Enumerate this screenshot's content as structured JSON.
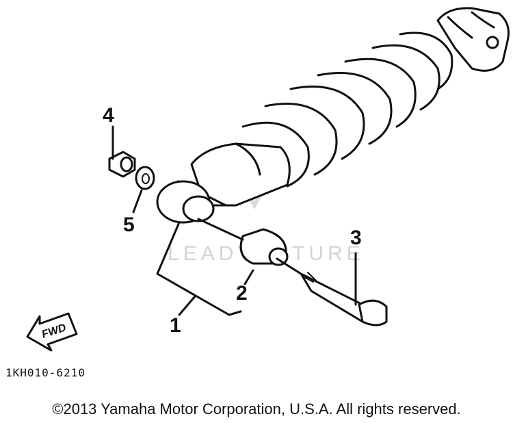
{
  "diagram": {
    "callouts": [
      {
        "id": "1",
        "label": "1"
      },
      {
        "id": "2",
        "label": "2"
      },
      {
        "id": "3",
        "label": "3"
      },
      {
        "id": "4",
        "label": "4"
      },
      {
        "id": "5",
        "label": "5"
      }
    ],
    "direction_label": "FWD",
    "part_code": "1KH010-6210",
    "watermark": "LEADVENTURE"
  },
  "footer": {
    "copyright": "©2013 Yamaha Motor Corporation, U.S.A. All rights reserved."
  }
}
